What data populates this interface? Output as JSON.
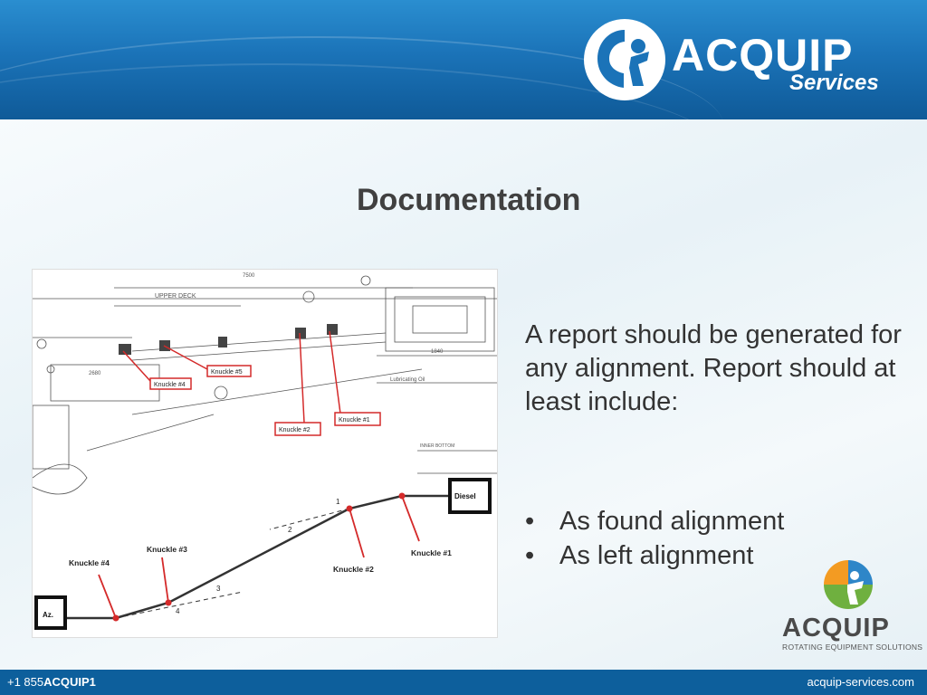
{
  "header": {
    "logo_word": "ACQUIP",
    "logo_sub": "Services"
  },
  "slide": {
    "title": "Documentation",
    "body": "A report should be generated for any alignment. Report should at least include:",
    "bullets": [
      "As found alignment",
      "As left alignment"
    ]
  },
  "figure": {
    "drawing_labels": {
      "upper_deck": "UPPER DECK",
      "dim_top": "7500",
      "dim_right": "1840",
      "lube_oil": "Lubricating Oil",
      "inner_bottom": "INNER BOTTOM",
      "dim_left": "2680"
    },
    "drawing_knuckles": [
      "Knuckle #1",
      "Knuckle #2",
      "Knuckle #4",
      "Knuckle #5"
    ],
    "diagram": {
      "diesel": "Diesel",
      "az": "Az.",
      "knuckles": [
        "Knuckle #1",
        "Knuckle #2",
        "Knuckle #3",
        "Knuckle #4"
      ],
      "angles": [
        "1",
        "2",
        "3",
        "4"
      ]
    }
  },
  "logo2": {
    "word": "ACQUIP",
    "sub": "ROTATING EQUIPMENT SOLUTIONS"
  },
  "footer": {
    "phone_prefix": "+1 855",
    "phone_word": "ACQUIP1",
    "website": "acquip-services.com"
  },
  "colors": {
    "header_blue": "#1b73b8",
    "footer_blue": "#0d5f9c",
    "knuckle_red": "#d42a2a",
    "logo_green": "#6fb03f",
    "logo_orange": "#f39b22",
    "logo_blue": "#2e86c8"
  }
}
